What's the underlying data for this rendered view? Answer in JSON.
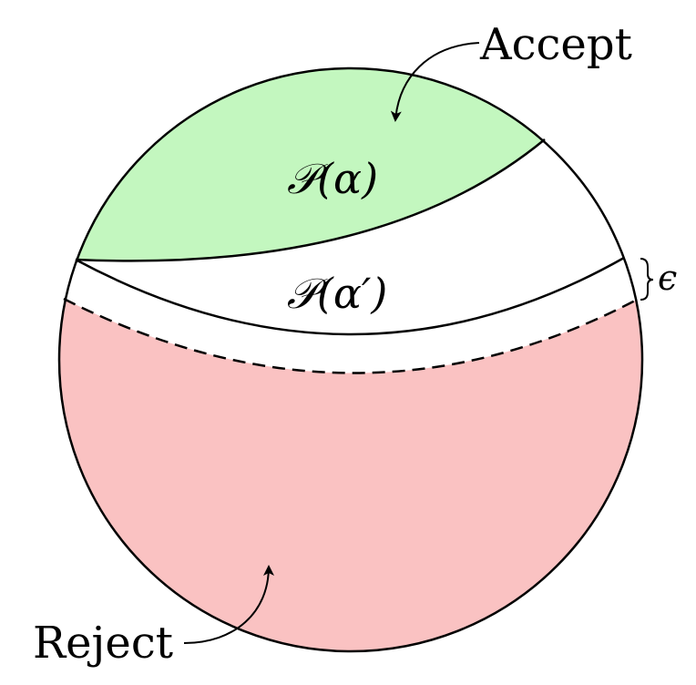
{
  "labels": {
    "accept": "Accept",
    "reject": "Reject",
    "epsilon": "ϵ",
    "region_alpha": "𝒫(α)",
    "region_alpha_prime": "𝒫(α′)"
  },
  "colors": {
    "accept_fill": "#c3f7bf",
    "reject_fill": "#fac2c2",
    "stroke": "#000000",
    "background": "#ffffff"
  }
}
